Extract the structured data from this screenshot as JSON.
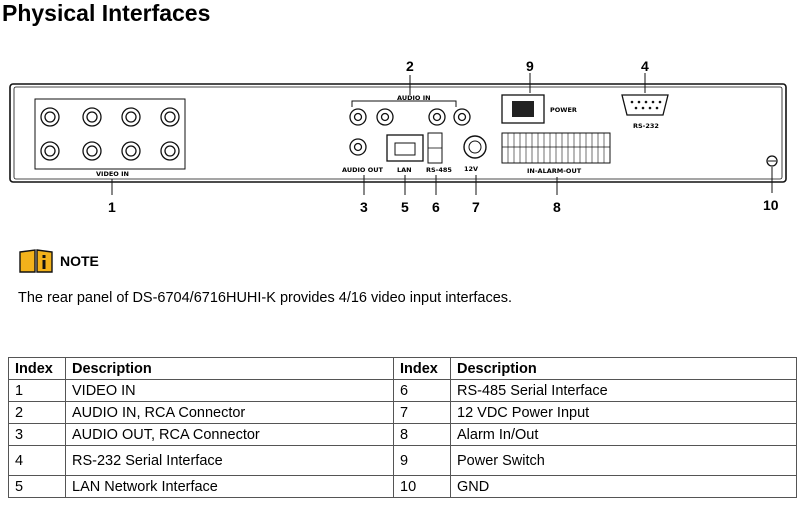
{
  "title": "Physical Interfaces",
  "diagram": {
    "panel_labels": {
      "video_in": "VIDEO IN",
      "audio_in": "AUDIO IN",
      "audio_out": "AUDIO OUT",
      "lan": "LAN",
      "rs485": "RS-485",
      "power_12v": "12V",
      "power": "POWER",
      "rs232": "RS-232",
      "alarm": "IN-ALARM-OUT"
    },
    "callouts": [
      "1",
      "2",
      "3",
      "4",
      "5",
      "6",
      "7",
      "8",
      "9",
      "10"
    ]
  },
  "note": {
    "label": "NOTE",
    "text": "The rear panel of DS-6704/6716HUHI-K provides 4/16 video input interfaces."
  },
  "table": {
    "headers": [
      "Index",
      "Description",
      "Index",
      "Description"
    ],
    "rows": [
      [
        "1",
        "VIDEO IN",
        "6",
        "RS-485 Serial Interface"
      ],
      [
        "2",
        "AUDIO IN, RCA Connector",
        "7",
        "12 VDC Power Input"
      ],
      [
        "3",
        "AUDIO OUT, RCA Connector",
        "8",
        "Alarm In/Out"
      ],
      [
        "4",
        "RS-232 Serial Interface",
        "9",
        "Power Switch"
      ],
      [
        "5",
        "LAN Network Interface",
        "10",
        "GND"
      ]
    ]
  }
}
